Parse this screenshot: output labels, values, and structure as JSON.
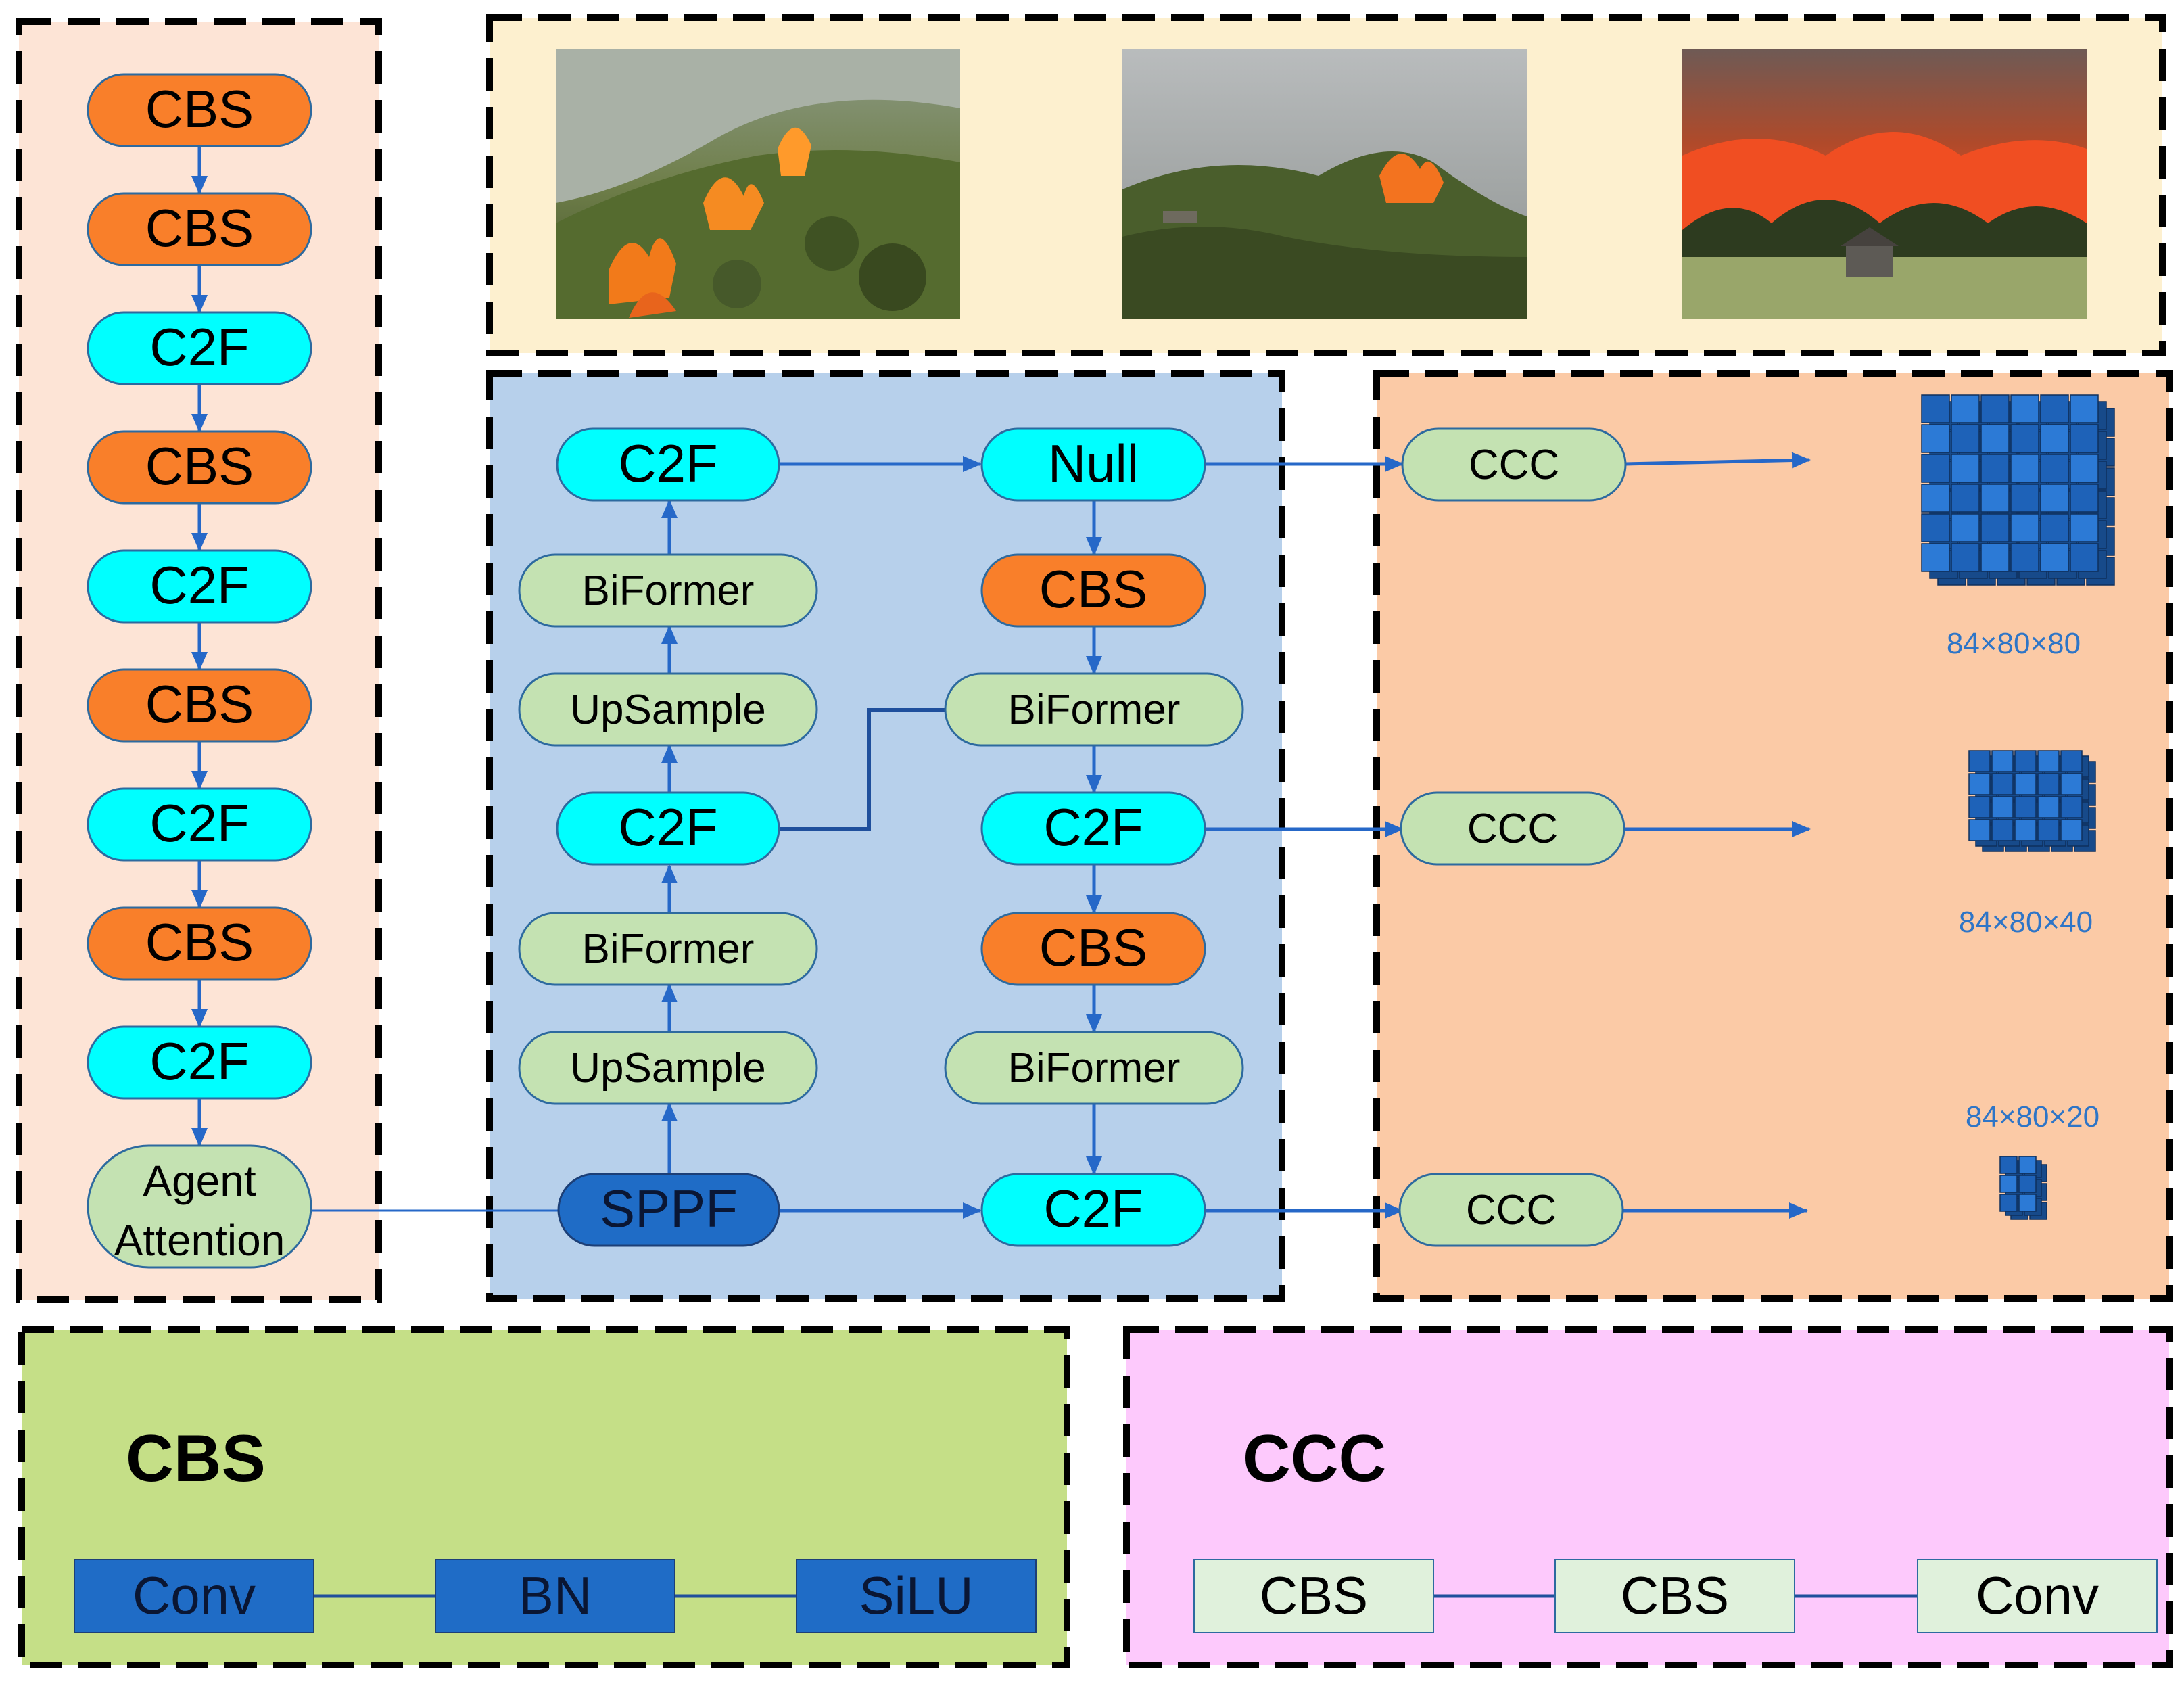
{
  "backbone": {
    "nodes": [
      "CBS",
      "CBS",
      "C2F",
      "CBS",
      "C2F",
      "CBS",
      "C2F",
      "CBS",
      "C2F"
    ],
    "attention": [
      "Agent",
      "Attention"
    ]
  },
  "photos": [
    "hillside-fire-photo",
    "smoky-ridge-fire-photo",
    "forest-fire-house-photo"
  ],
  "neck": {
    "left": {
      "c2f_top": "C2F",
      "biformer_1": "BiFormer",
      "upsample_1": "UpSample",
      "c2f_mid": "C2F",
      "biformer_2": "BiFormer",
      "upsample_2": "UpSample",
      "sppf": "SPPF"
    },
    "right": {
      "null": "Null",
      "cbs_1": "CBS",
      "biformer_1": "BiFormer",
      "c2f_mid": "C2F",
      "cbs_2": "CBS",
      "biformer_2": "BiFormer",
      "c2f_bottom": "C2F"
    }
  },
  "head": {
    "ccc_labels": [
      "CCC",
      "CCC",
      "CCC"
    ],
    "dims": [
      "84×80×80",
      "84×80×40",
      "84×80×20"
    ]
  },
  "cbs_legend": {
    "title": "CBS",
    "blocks": [
      "Conv",
      "BN",
      "SiLU"
    ]
  },
  "ccc_legend": {
    "title": "CCC",
    "blocks": [
      "CBS",
      "CBS",
      "Conv"
    ]
  },
  "colors": {
    "cbs": "#f97f2a",
    "c2f": "#00ffff",
    "green_node": "#c4e2b2",
    "sppf": "#1f6cc6",
    "arrow": "#2668c8",
    "backbone_bg": "#fde4d6",
    "photo_bg": "#fdf0cf",
    "neck_bg": "#b7d0eb",
    "head_bg": "#fbcaa6",
    "cbs_legend_bg": "#c5df87",
    "ccc_legend_bg": "#fdc9fc",
    "legend_block": "#1f6cc6",
    "ccc_block": "#e0f1dc",
    "dim_text": "#2e75c7"
  }
}
